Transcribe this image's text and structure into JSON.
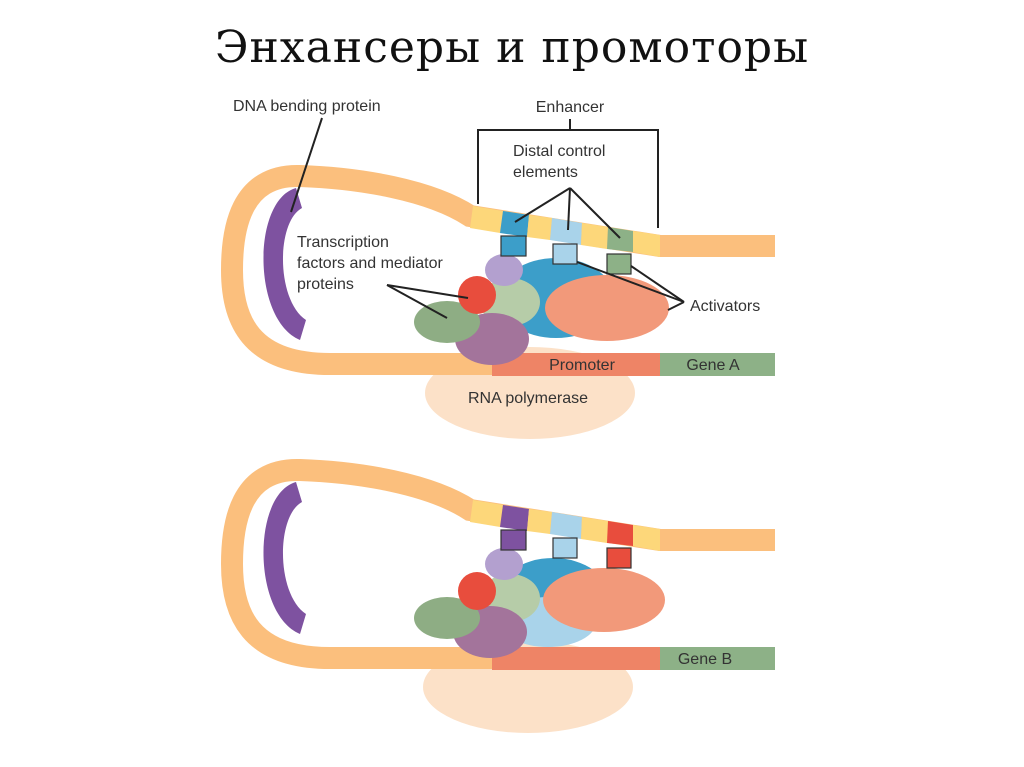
{
  "title": "Энхансеры и промоторы",
  "labels": {
    "dna_bending_protein": "DNA bending protein",
    "enhancer": "Enhancer",
    "distal_control_line1": "Distal control",
    "distal_control_line2": "elements",
    "tf_line1": "Transcription",
    "tf_line2": "factors and mediator",
    "tf_line3": "proteins",
    "activators": "Activators",
    "promoter": "Promoter",
    "gene_a": "Gene A",
    "rna_polymerase": "RNA polymerase",
    "gene_b": "Gene B"
  },
  "colors": {
    "dna": "#FBBF7D",
    "bending_protein": "#7E52A0",
    "promoter": "#EE8466",
    "gene": "#8DB187",
    "enhancer_segment": "#FDD77A",
    "rna_polymerase": "#FCE1C8",
    "mediator_blue": "#3C9EC9",
    "activator_orange": "#F2997A",
    "red_factor": "#E84D3D",
    "green_factor": "#8EAD84",
    "purple_factor": "#A3749B"
  }
}
